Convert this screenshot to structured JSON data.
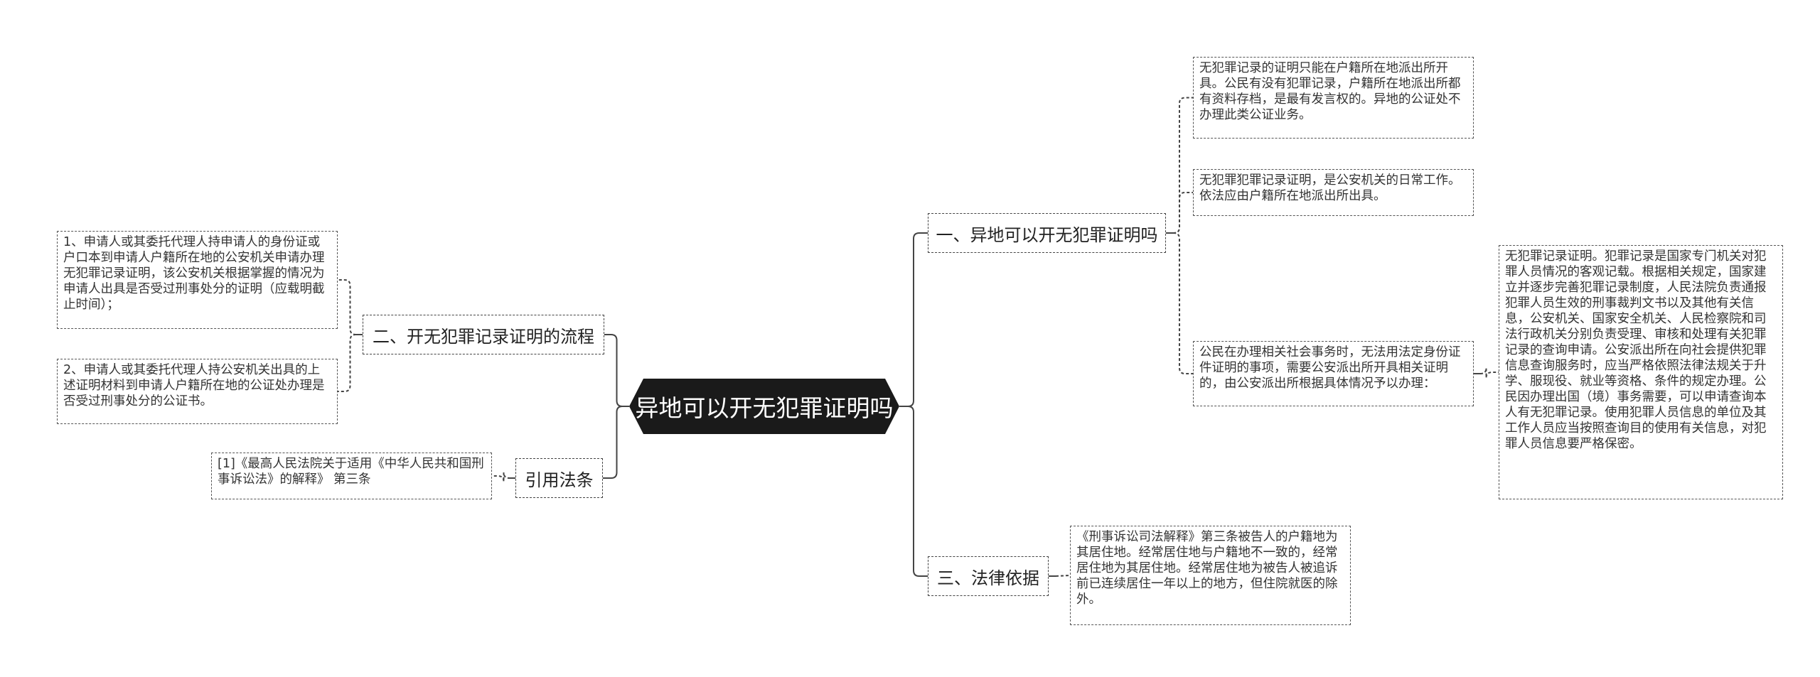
{
  "root": {
    "label": "异地可以开无犯罪证明吗"
  },
  "branches": {
    "b1": "一、异地可以开无犯罪证明吗",
    "b2": "二、开无犯罪记录证明的流程",
    "b3": "引用法条",
    "b4": "三、法律依据"
  },
  "leaves": {
    "l1": "无犯罪记录的证明只能在户籍所在地派出所开具。公民有没有犯罪记录，户籍所在地派出所都有资料存档，是最有发言权的。异地的公证处不办理此类公证业务。",
    "l2": "无犯罪犯罪记录证明，是公安机关的日常工作。依法应由户籍所在地派出所出具。",
    "l3": "公民在办理相关社会事务时，无法用法定身份证件证明的事项，需要公安派出所开具相关证明的，由公安派出所根据具体情况予以办理：",
    "l4": "无犯罪记录证明。犯罪记录是国家专门机关对犯罪人员情况的客观记载。根据相关规定，国家建立并逐步完善犯罪记录制度，人民法院负责通报犯罪人员生效的刑事裁判文书以及其他有关信息，公安机关、国家安全机关、人民检察院和司法行政机关分别负责受理、审核和处理有关犯罪记录的查询申请。公安派出所在向社会提供犯罪信息查询服务时，应当严格依照法律法规关于升学、服现役、就业等资格、条件的规定办理。公民因办理出国（境）事务需要，可以申请查询本人有无犯罪记录。使用犯罪人员信息的单位及其工作人员应当按照查询目的使用有关信息，对犯罪人员信息要严格保密。",
    "l5": "1、申请人或其委托代理人持申请人的身份证或户口本到申请人户籍所在地的公安机关申请办理无犯罪记录证明，该公安机关根据掌握的情况为申请人出具是否受过刑事处分的证明（应载明截止时间）；",
    "l6": "2、申请人或其委托代理人持公安机关出具的上述证明材料到申请人户籍所在地的公证处办理是否受过刑事处分的公证书。",
    "l7": "[1]《最高人民法院关于适用《中华人民共和国刑事诉讼法》的解释》 第三条",
    "l8": "《刑事诉讼司法解释》第三条被告人的户籍地为其居住地。经常居住地与户籍地不一致的，经常居住地为其居住地。经常居住地为被告人被追诉前已连续居住一年以上的地方，但住院就医的除外。"
  },
  "colors": {
    "root_bg": "#1a1a1a",
    "line": "#444444",
    "text": "#333333"
  }
}
